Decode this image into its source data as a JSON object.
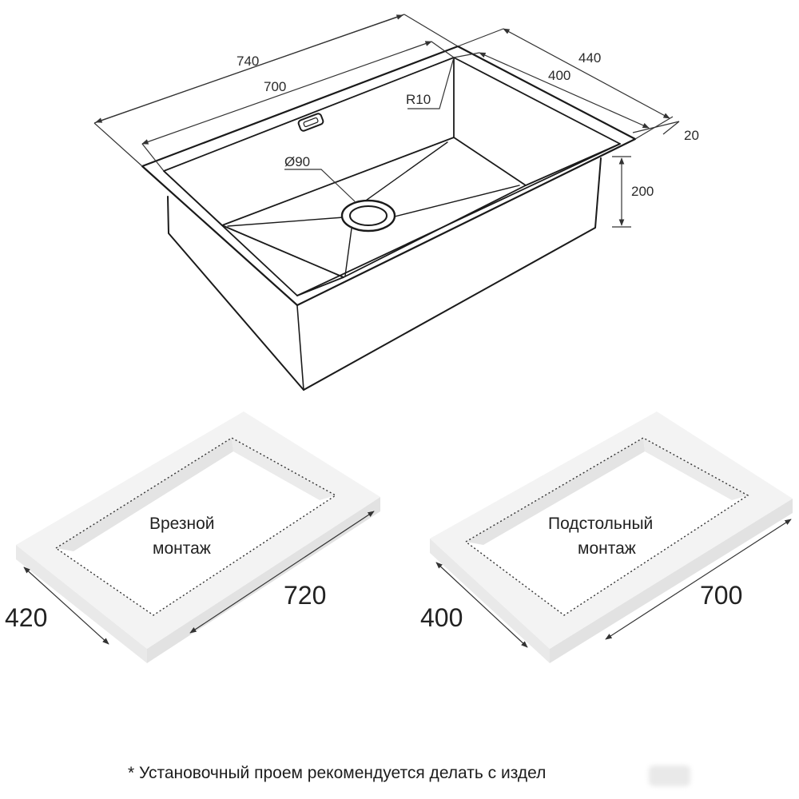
{
  "sink": {
    "dimensions": {
      "outer_length": "740",
      "inner_length": "700",
      "outer_width": "440",
      "inner_width": "400",
      "rim": "20",
      "depth": "200",
      "corner_radius": "R10",
      "drain_diameter": "Ø90"
    }
  },
  "cutouts": [
    {
      "label_line1": "Врезной",
      "label_line2": "монтаж",
      "width": "420",
      "length": "720"
    },
    {
      "label_line1": "Подстольный",
      "label_line2": "монтаж",
      "width": "400",
      "length": "700"
    }
  ],
  "footnote": "* Установочный проем рекомендуется делать с издел"
}
